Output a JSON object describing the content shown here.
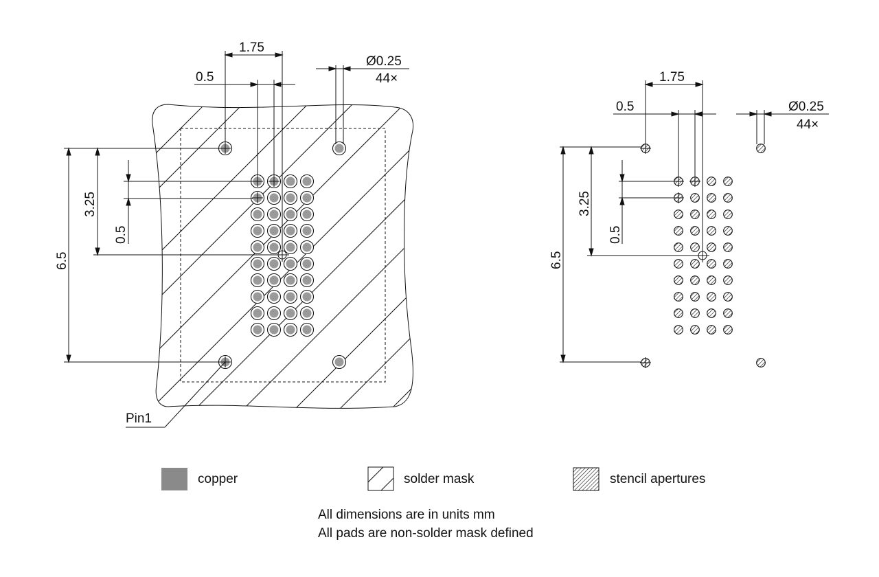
{
  "colors": {
    "copper_pad": "#9a9a9a",
    "legend_copper": "#8a8a8a",
    "line": "#111111",
    "background": "#ffffff"
  },
  "left_view": {
    "dimensions": {
      "pitch_x": "1.75",
      "pitch_small": "0.5",
      "pad_diameter": "Ø0.25",
      "pad_count": "44×",
      "height_total": "6.5",
      "height_half": "3.25",
      "pitch_y": "0.5"
    },
    "pin1_label": "Pin1"
  },
  "right_view": {
    "dimensions": {
      "pitch_x": "1.75",
      "pitch_small": "0.5",
      "pad_diameter": "Ø0.25",
      "pad_count": "44×",
      "height_total": "6.5",
      "height_half": "3.25",
      "pitch_y": "0.5"
    }
  },
  "legend": {
    "copper": "copper",
    "solder_mask": "solder mask",
    "stencil": "stencil apertures"
  },
  "notes": {
    "line1": "All dimensions are in units mm",
    "line2": "All pads are non-solder mask defined"
  }
}
